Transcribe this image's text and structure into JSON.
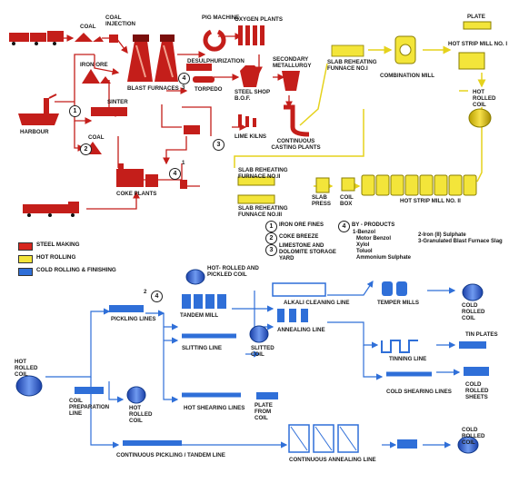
{
  "colors": {
    "steelmaking": "#d7261e",
    "hot_rolling": "#f3e53a",
    "cold_rolling": "#2f6fd8",
    "coil": "#f0d000",
    "equipment_blue": "#2a55c8",
    "dark": "#111111"
  },
  "labels": {
    "coal_injection": "COAL INJECTION",
    "coal_top": "COAL",
    "pig_machine": "PIG MACHINE",
    "oxygen_plants": "OXYGEN PLANTS",
    "iron_ore": "IRON ORE",
    "blast_furnaces": "BLAST FURNACES",
    "desulphurization": "DESULPHURIZATION",
    "secondary_metallurgy": "SECONDARY METALLURGY",
    "torpedo": "TORPEDO",
    "steel_shop": "STEEL SHOP B.O.F.",
    "harbour": "HARBOUR",
    "sinter": "SINTER",
    "coal_mid": "COAL",
    "lime_kilns": "LIME KILNS",
    "continuous_casting": "CONTINUOUS CASTING PLANTS",
    "coke_plants": "COKE PLANTS",
    "slab_reheating_1": "SLAB REHEATING FUNNACE NO.I",
    "combination_mill": "COMBINATION MILL",
    "plate": "PLATE",
    "hot_strip_mill_1": "HOT STRIP MILL NO. I",
    "hot_rolled_coil_top": "HOT ROLLED COIL",
    "slab_reheating_2": "SLAB REHEATING FURNACE NO.II",
    "slab_reheating_3": "SLAB REHEATING FUNNACE NO.III",
    "slab_press": "SLAB PRESS",
    "coil_box": "COIL BOX",
    "hot_strip_mill_2": "HOT STRIP MILL NO. II",
    "hot_rolled_pickled_coil": "HOT- ROLLED AND PICKLED COIL",
    "pickling_lines": "PICKLING LINES",
    "tandem_mill": "TANDEM MILL",
    "alkali_cleaning": "ALKALI CLEANING LINE",
    "annealing_line": "ANNEALING LINE",
    "temper_mills": "TEMPER MILLS",
    "cold_rolled_coil_1": "COLD ROLLED COIL",
    "slitting_line": "SLITTING LINE",
    "slitted_coil": "SLITTED COIL",
    "tin_plates": "TIN PLATES",
    "tinning_line": "TINNING LINE",
    "hot_rolled_coil_left": "HOT ROLLED COIL",
    "cold_shearing_lines": "COLD SHEARING LINES",
    "cold_rolled_sheets": "COLD ROLLED SHEETS",
    "coil_preparation": "COIL PREPARATION LINE",
    "hot_rolled_coil_mid": "HOT ROLLED COIL",
    "hot_shearing_lines": "HOT SHEARING LINES",
    "plate_from_coil": "PLATE FROM COIL",
    "continuous_pickling": "CONTINUOUS PICKLING / TANDEM LINE",
    "continuous_annealing": "CONTINUOUS ANNEALING LINE",
    "cold_rolled_coil_2": "COLD ROLLED COIL"
  },
  "markers": [
    "1",
    "2",
    "3",
    "4"
  ],
  "marker_tags": {
    "torpedo_four": "4",
    "torpedo_three": "3",
    "coke_one": "1",
    "pickling_two": "2"
  },
  "notes": {
    "n1": "IRON ORE FINES",
    "n2": "COKE BREEZE",
    "n3": "LIMESTONE AND DOLOMITE STORAGE YARD",
    "n4_title": "BY - PRODUCTS",
    "n4_items": [
      "1-Benzol",
      "Motor Benzol",
      "Xylol",
      "Toluol",
      "Ammonium Sulphate"
    ],
    "n4_extra": [
      "2-Iron (II) Sulphate",
      "3-Granulated Blast Furnace Slag"
    ]
  },
  "legend": [
    {
      "label": "STEEL MAKING",
      "color": "#d7261e"
    },
    {
      "label": "HOT ROLLING",
      "color": "#f3e53a"
    },
    {
      "label": "COLD ROLLING & FINISHING",
      "color": "#2f6fd8"
    }
  ]
}
